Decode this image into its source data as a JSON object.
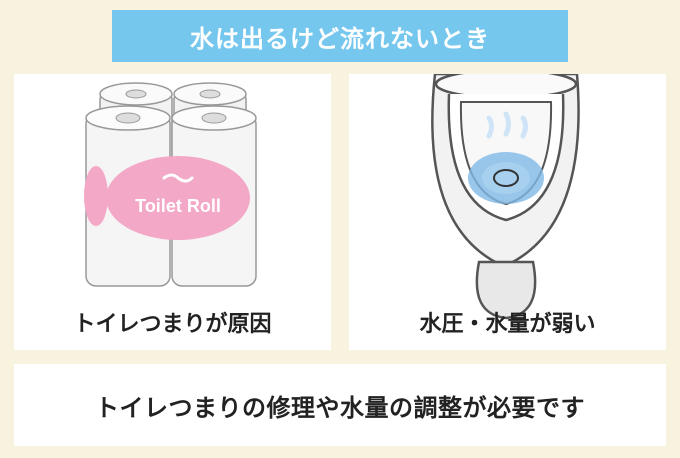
{
  "title": "水は出るけど流れないとき",
  "panels": [
    {
      "caption": "トイレつまりが原因",
      "icon": "toilet-paper-pack-icon",
      "label_on_pack": "Toilet Roll"
    },
    {
      "caption": "水圧・水量が弱い",
      "icon": "toilet-bowl-icon"
    }
  ],
  "footer": "トイレつまりの修理や水量の調整が必要です",
  "colors": {
    "background": "#f8f3df",
    "title_bar": "#76c7ee",
    "pack_label": "#f2a8c6",
    "water": "#7fb8e6"
  }
}
